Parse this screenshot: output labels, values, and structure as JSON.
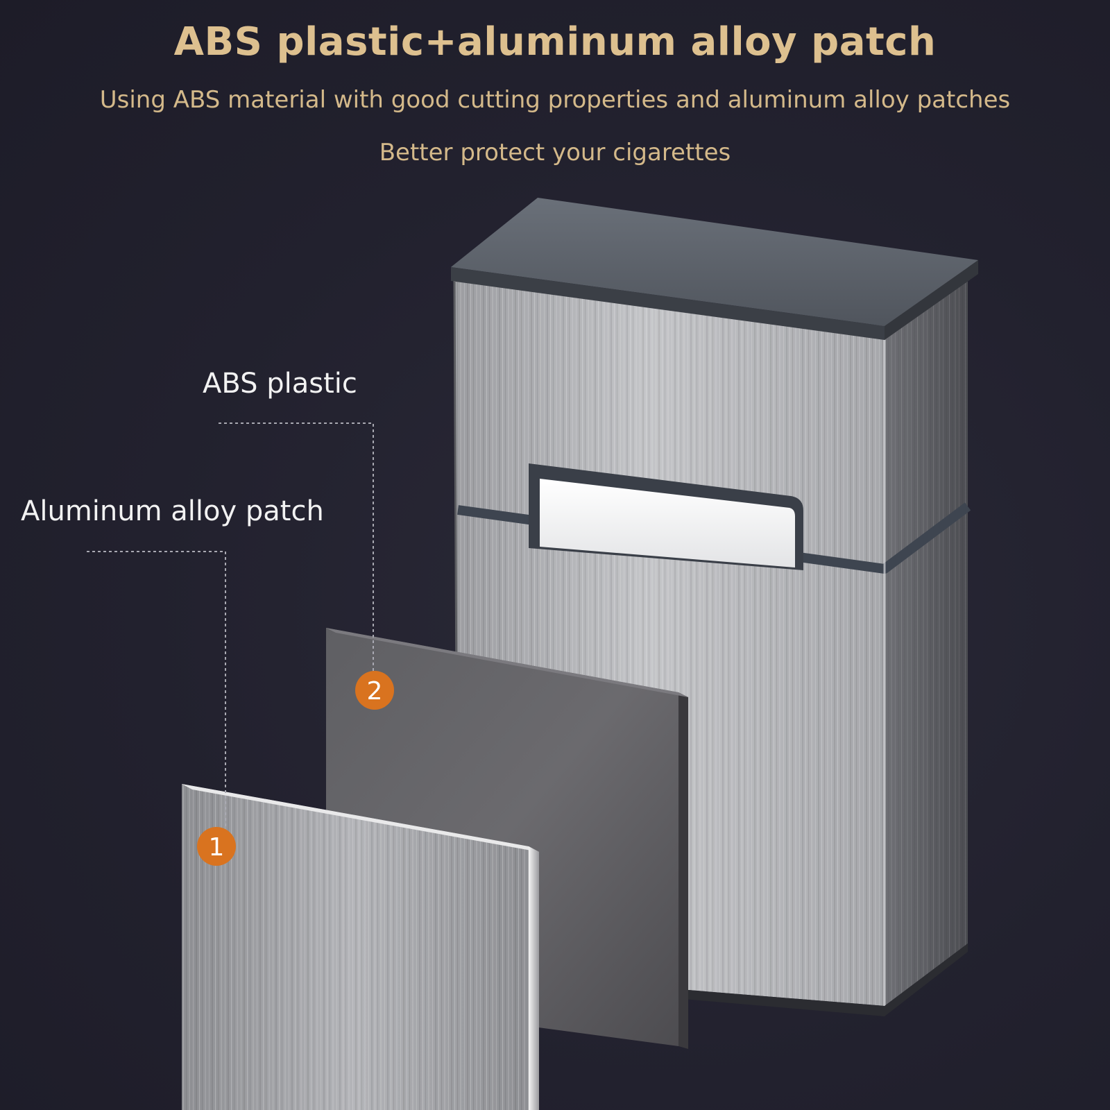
{
  "headline": "ABS plastic+aluminum alloy patch",
  "subline_1": "Using ABS material with good cutting properties and aluminum alloy patches",
  "subline_2": "Better protect your cigarettes",
  "callouts": {
    "abs_plastic": {
      "label": "ABS plastic",
      "number": "2"
    },
    "aluminum_patch": {
      "label": "Aluminum alloy patch",
      "number": "1"
    }
  },
  "colors": {
    "background": "#201f2c",
    "headline": "#ddc08f",
    "badge": "#d9731f",
    "label": "#f2f2f2"
  }
}
